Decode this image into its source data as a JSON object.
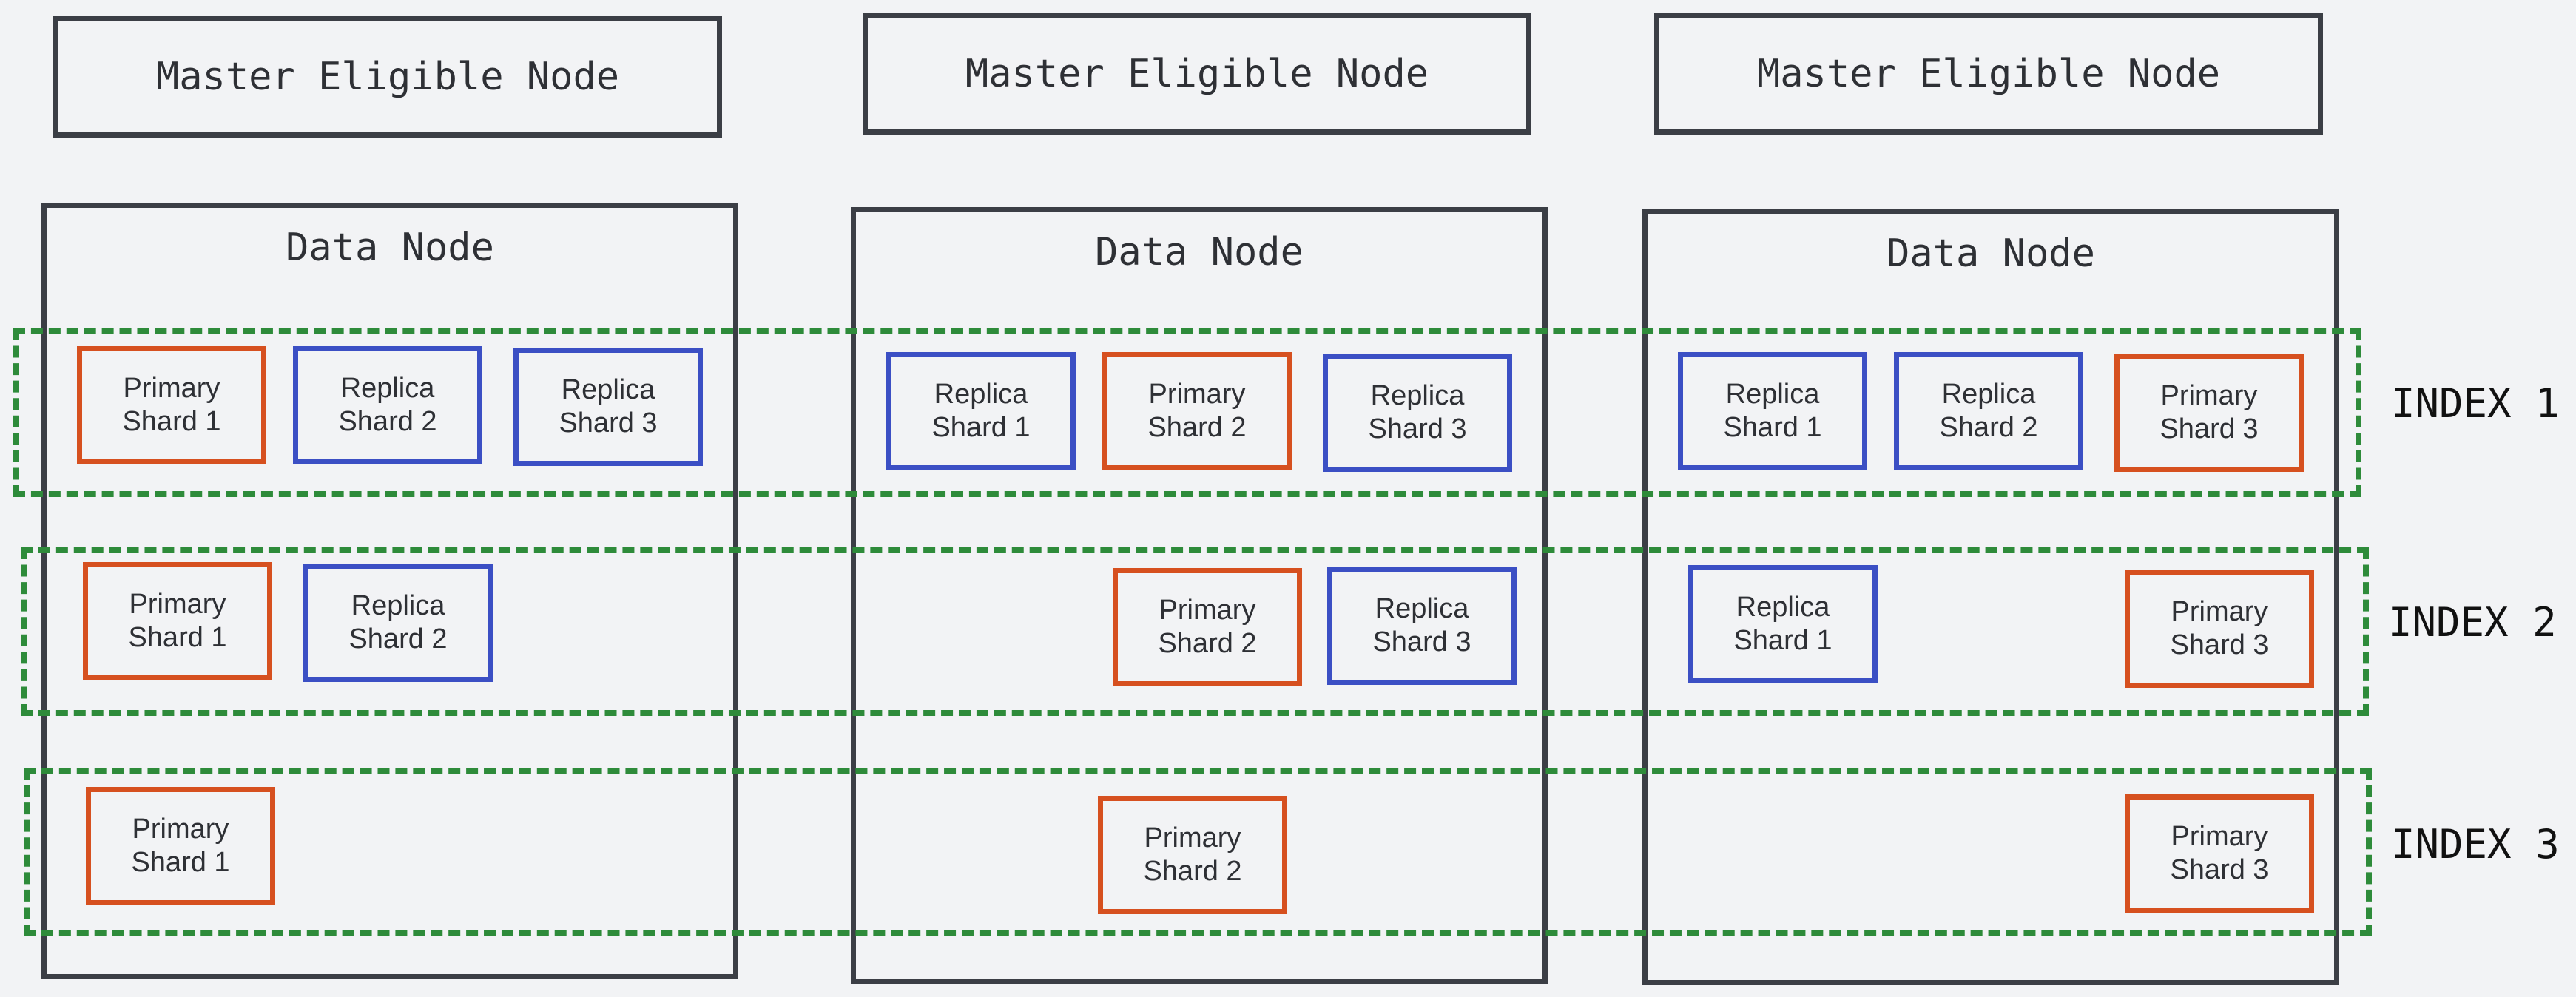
{
  "colors": {
    "primary_border": "#d6501f",
    "replica_border": "#3b4fc4",
    "index_band": "#2e8b3a",
    "node_border": "#3b3e45",
    "background": "#f2f3f5"
  },
  "master_nodes": [
    {
      "label": "Master Eligible Node"
    },
    {
      "label": "Master Eligible Node"
    },
    {
      "label": "Master Eligible Node"
    }
  ],
  "data_nodes": [
    {
      "title": "Data Node"
    },
    {
      "title": "Data Node"
    },
    {
      "title": "Data Node"
    }
  ],
  "indices": [
    {
      "label": "INDEX 1"
    },
    {
      "label": "INDEX 2"
    },
    {
      "label": "INDEX 3"
    }
  ],
  "shards": [
    {
      "type": "primary",
      "line1": "Primary",
      "line2": "Shard 1",
      "index": 1,
      "node": 1
    },
    {
      "type": "replica",
      "line1": "Replica",
      "line2": "Shard 2",
      "index": 1,
      "node": 1
    },
    {
      "type": "replica",
      "line1": "Replica",
      "line2": "Shard 3",
      "index": 1,
      "node": 1
    },
    {
      "type": "replica",
      "line1": "Replica",
      "line2": "Shard 1",
      "index": 1,
      "node": 2
    },
    {
      "type": "primary",
      "line1": "Primary",
      "line2": "Shard 2",
      "index": 1,
      "node": 2
    },
    {
      "type": "replica",
      "line1": "Replica",
      "line2": "Shard 3",
      "index": 1,
      "node": 2
    },
    {
      "type": "replica",
      "line1": "Replica",
      "line2": "Shard 1",
      "index": 1,
      "node": 3
    },
    {
      "type": "replica",
      "line1": "Replica",
      "line2": "Shard 2",
      "index": 1,
      "node": 3
    },
    {
      "type": "primary",
      "line1": "Primary",
      "line2": "Shard 3",
      "index": 1,
      "node": 3
    },
    {
      "type": "primary",
      "line1": "Primary",
      "line2": "Shard 1",
      "index": 2,
      "node": 1
    },
    {
      "type": "replica",
      "line1": "Replica",
      "line2": "Shard 2",
      "index": 2,
      "node": 1
    },
    {
      "type": "primary",
      "line1": "Primary",
      "line2": "Shard 2",
      "index": 2,
      "node": 2
    },
    {
      "type": "replica",
      "line1": "Replica",
      "line2": "Shard 3",
      "index": 2,
      "node": 2
    },
    {
      "type": "replica",
      "line1": "Replica",
      "line2": "Shard 1",
      "index": 2,
      "node": 3
    },
    {
      "type": "primary",
      "line1": "Primary",
      "line2": "Shard 3",
      "index": 2,
      "node": 3
    },
    {
      "type": "primary",
      "line1": "Primary",
      "line2": "Shard 1",
      "index": 3,
      "node": 1
    },
    {
      "type": "primary",
      "line1": "Primary",
      "line2": "Shard 2",
      "index": 3,
      "node": 2
    },
    {
      "type": "primary",
      "line1": "Primary",
      "line2": "Shard 3",
      "index": 3,
      "node": 3
    }
  ]
}
